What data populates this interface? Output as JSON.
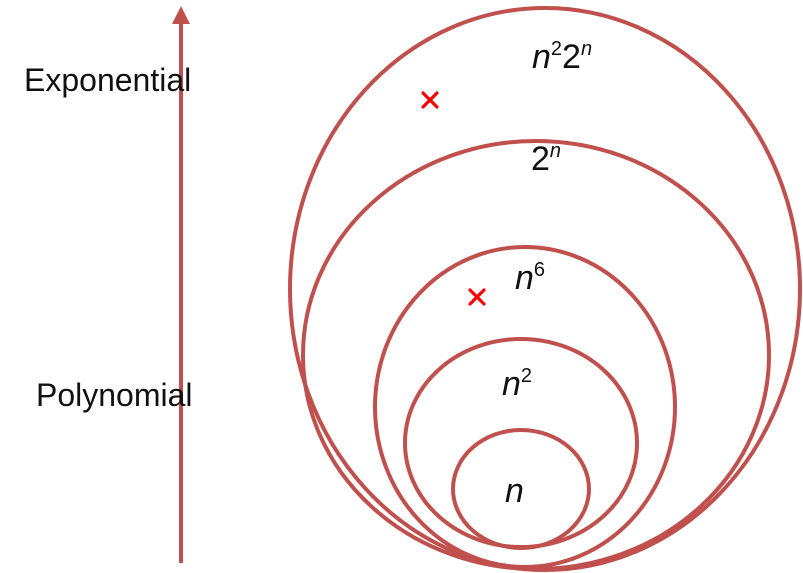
{
  "axis": {
    "top_label": "Exponential",
    "bottom_label": "Polynomial"
  },
  "sets": [
    {
      "id": "n2-2n",
      "base1": "n",
      "exp1": "2",
      "base2": "2",
      "exp2": "n"
    },
    {
      "id": "2n",
      "base": "2",
      "exp": "n"
    },
    {
      "id": "n6",
      "base": "n",
      "exp": "6"
    },
    {
      "id": "n2",
      "base": "n",
      "exp": "2"
    },
    {
      "id": "n",
      "base": "n"
    }
  ],
  "markers": [
    {
      "id": "marker-exponential-region",
      "symbol": "×"
    },
    {
      "id": "marker-polynomial-region",
      "symbol": "×"
    }
  ],
  "colors": {
    "ellipse_stroke": "#c0504d",
    "arrow": "#c0504d",
    "marker": "#ff0000",
    "text": "#111111"
  }
}
